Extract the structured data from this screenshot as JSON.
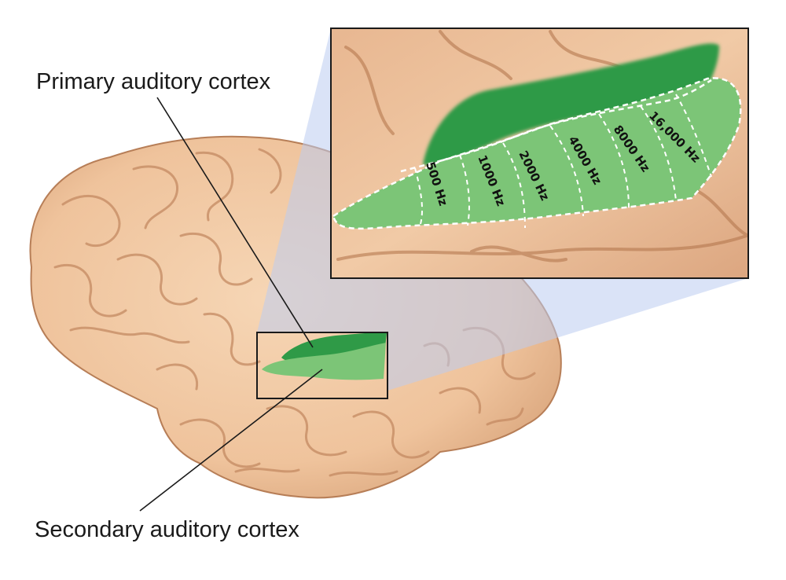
{
  "labels": {
    "primary": "Primary auditory cortex",
    "secondary": "Secondary auditory cortex"
  },
  "frequency_bands": [
    "500 Hz",
    "1000 Hz",
    "2000 Hz",
    "4000 Hz",
    "8000 Hz",
    "16,000 Hz"
  ],
  "colors": {
    "brain_fill": "#efc39c",
    "brain_shadow": "#c98f66",
    "primary_cortex": "#2f9a47",
    "secondary_cortex": "#7cc577",
    "zoom_beam": "#bcccf0",
    "callout_border": "#1a1a1a"
  }
}
